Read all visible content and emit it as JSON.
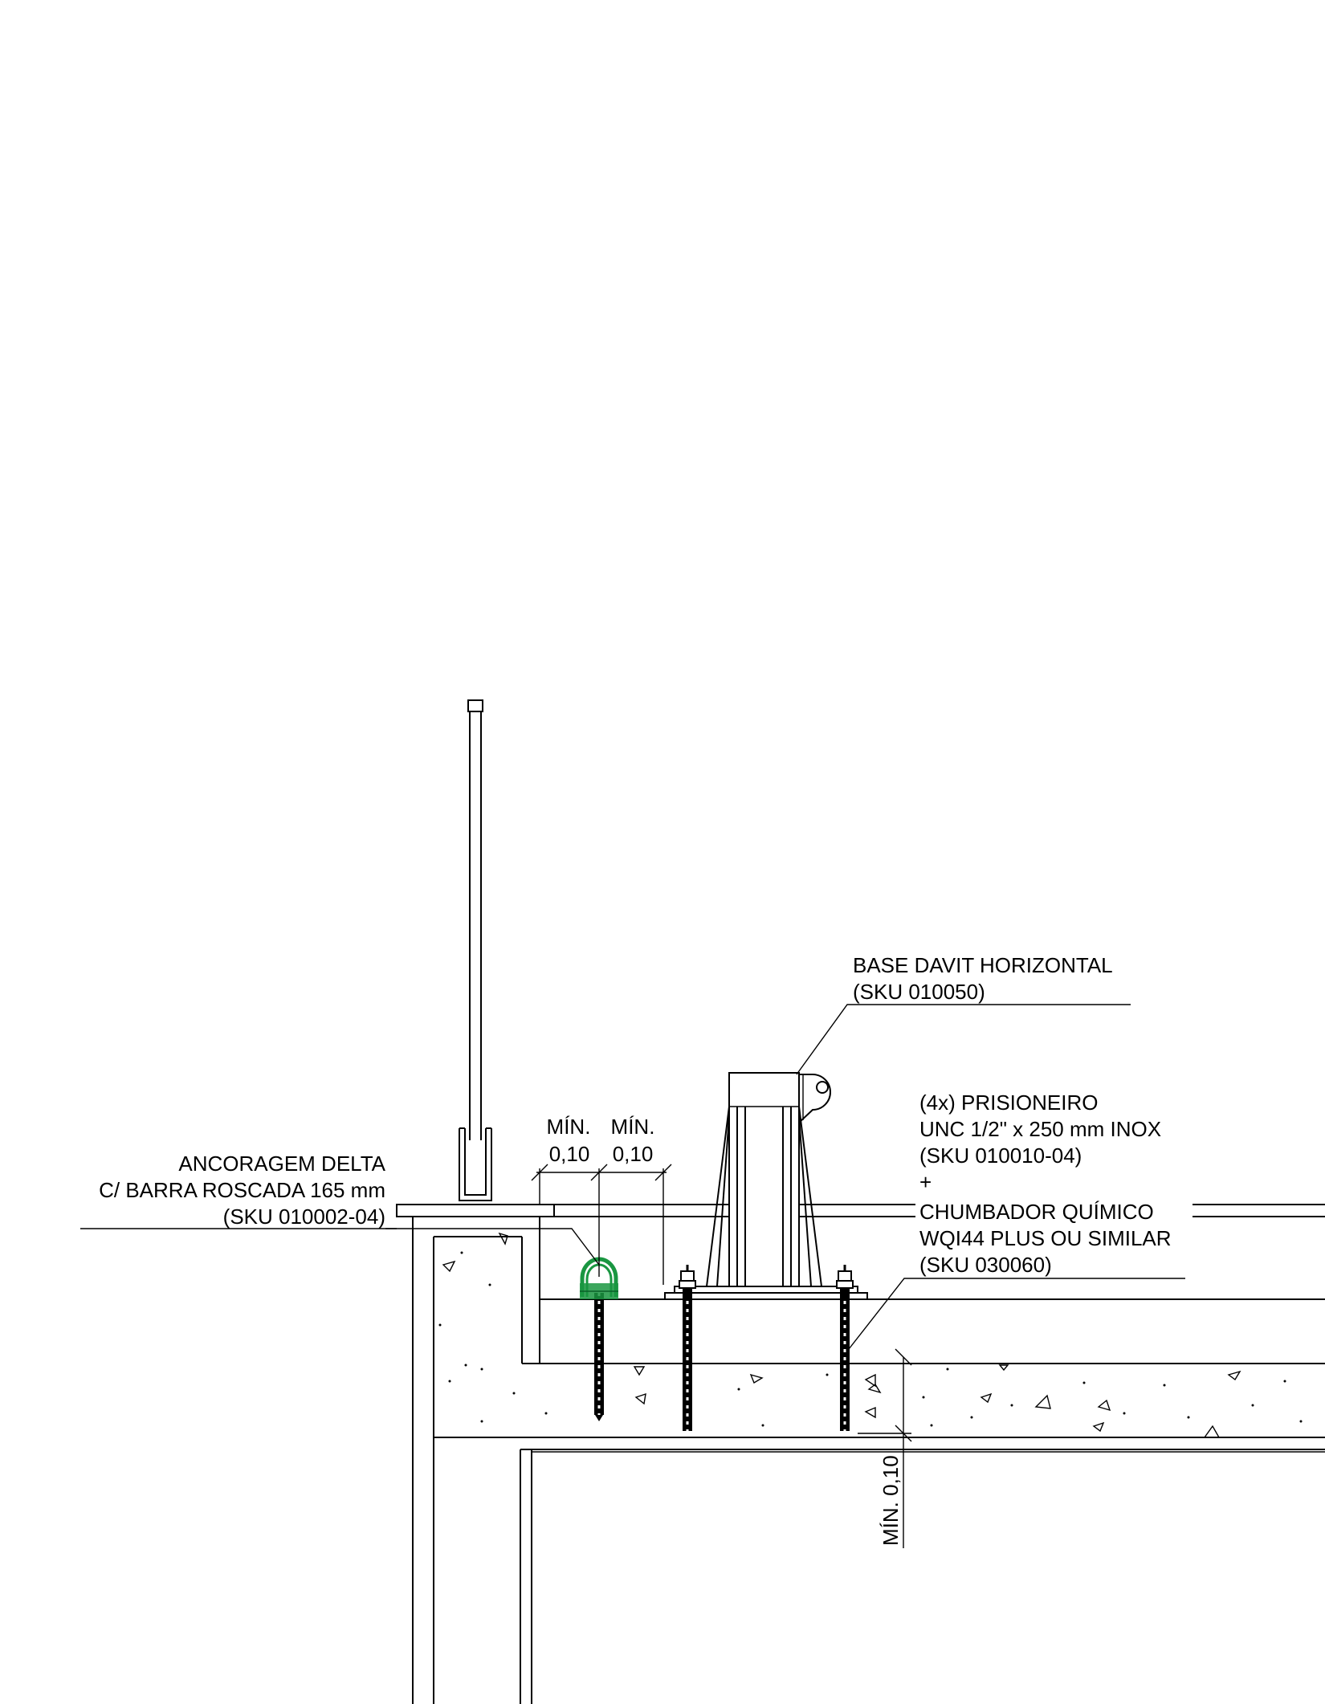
{
  "labels": {
    "ancoragem": {
      "line1": "ANCORAGEM DELTA",
      "line2": "C/ BARRA ROSCADA 165 mm",
      "line3": "(SKU 010002-04)"
    },
    "base_davit": {
      "line1": "BASE DAVIT HORIZONTAL",
      "line2": "(SKU 010050)"
    },
    "prisioneiro": {
      "line1": "(4x) PRISIONEIRO",
      "line2": "UNC 1/2\" x 250 mm INOX",
      "line3": "(SKU 010010-04)",
      "line4": "+",
      "line5": "CHUMBADOR QUÍMICO",
      "line6": "WQI44 PLUS OU SIMILAR",
      "line7": "(SKU 030060)"
    }
  },
  "dimensions": {
    "min_1_label": "MÍN.",
    "min_1_value": "0,10",
    "min_2_label": "MÍN.",
    "min_2_value": "0,10",
    "min_vertical": "MÍN. 0,10"
  },
  "colors": {
    "anchor_green": "#1a9641",
    "line": "#000000",
    "background": "#ffffff"
  }
}
